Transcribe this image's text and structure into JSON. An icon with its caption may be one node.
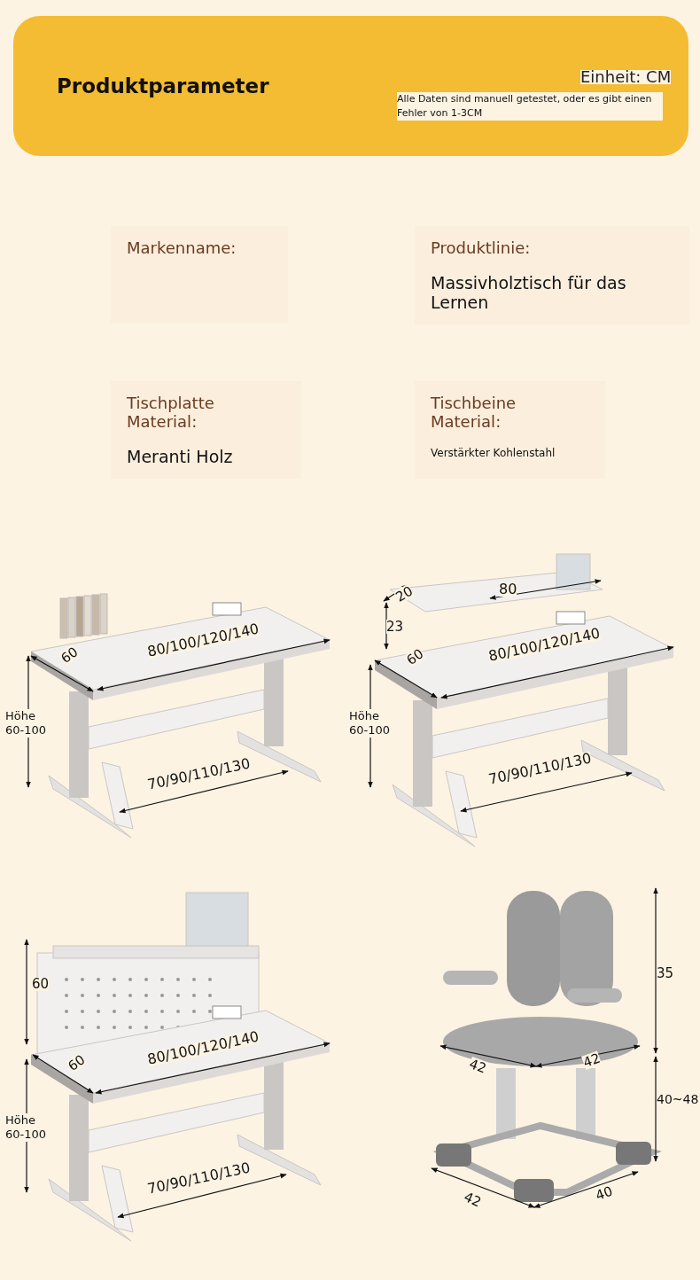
{
  "diagram": {
    "title": "Produktparameter",
    "nodes": [
      {
        "text": [
          "Markenname:"
        ]
      },
      {
        "text": [
          "Produktlinie:",
          "Massivholztisch für das Lernen"
        ]
      },
      {
        "text": [
          "Tischplatte Material:",
          "Meranti Holz"
        ]
      },
      {
        "text": [
          "Tischbeine Material:",
          "Verstärkter Kohlenstahl"
        ]
      }
    ],
    "labels": [
      "Einheit: CM",
      "Alle Daten sind manuell getestet, oder es gibt einen Fehler von 1-3CM",
      "60",
      "80/100/120/140",
      "Höhe 60-100",
      "70/90/110/130",
      "20",
      "80",
      "23",
      "60",
      "80/100/120/140",
      "Höhe 60-100",
      "70/90/110/130",
      "60",
      "60",
      "80/100/120/140",
      "Höhe 60-100",
      "70/90/110/130",
      "35",
      "42",
      "42",
      "40~48",
      "42",
      "40"
    ]
  }
}
